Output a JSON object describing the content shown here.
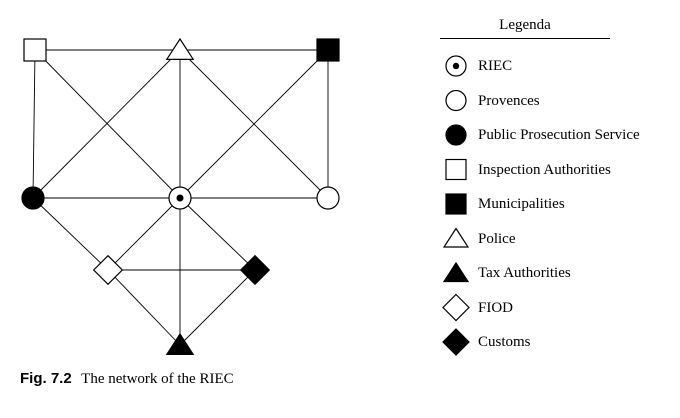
{
  "legend": {
    "title": "Legenda",
    "items": [
      {
        "key": "riec",
        "label": "RIEC",
        "shape": "circle-dot"
      },
      {
        "key": "provences",
        "label": "Provences",
        "shape": "circle-open"
      },
      {
        "key": "pps",
        "label": "Public Prosecution Service",
        "shape": "circle-filled"
      },
      {
        "key": "inspection",
        "label": "Inspection Authorities",
        "shape": "square-open"
      },
      {
        "key": "municipalities",
        "label": "Municipalities",
        "shape": "square-filled"
      },
      {
        "key": "police",
        "label": "Police",
        "shape": "triangle-open"
      },
      {
        "key": "tax",
        "label": "Tax Authorities",
        "shape": "triangle-filled"
      },
      {
        "key": "fiod",
        "label": "FIOD",
        "shape": "diamond-open"
      },
      {
        "key": "customs",
        "label": "Customs",
        "shape": "diamond-filled"
      }
    ]
  },
  "caption": {
    "figure": "Fig. 7.2",
    "text": "The network of the RIEC"
  },
  "network": {
    "nodes": [
      "inspection",
      "police",
      "municipalities",
      "pps",
      "riec",
      "provences",
      "fiod",
      "customs",
      "tax"
    ],
    "edges": [
      [
        "inspection",
        "police"
      ],
      [
        "police",
        "municipalities"
      ],
      [
        "inspection",
        "pps"
      ],
      [
        "municipalities",
        "provences"
      ],
      [
        "pps",
        "riec"
      ],
      [
        "riec",
        "provences"
      ],
      [
        "inspection",
        "riec"
      ],
      [
        "police",
        "riec"
      ],
      [
        "municipalities",
        "riec"
      ],
      [
        "pps",
        "police"
      ],
      [
        "provences",
        "police"
      ],
      [
        "riec",
        "tax"
      ],
      [
        "riec",
        "fiod"
      ],
      [
        "riec",
        "customs"
      ],
      [
        "pps",
        "fiod"
      ],
      [
        "fiod",
        "customs"
      ],
      [
        "fiod",
        "tax"
      ],
      [
        "customs",
        "tax"
      ]
    ]
  }
}
